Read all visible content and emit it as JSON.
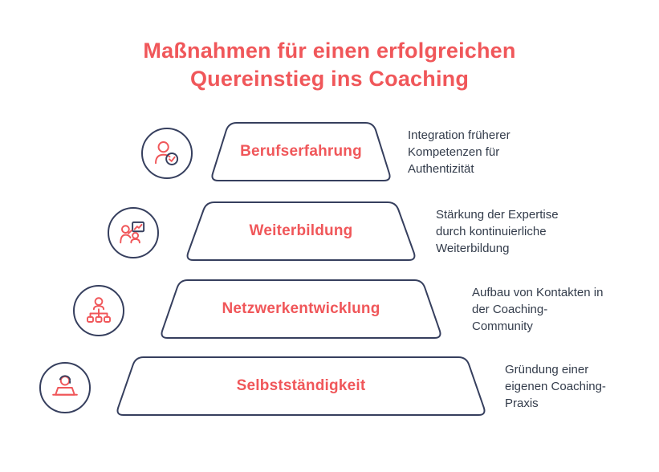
{
  "title": "Maßnahmen für einen erfolgreichen\nQuereinstieg ins Coaching",
  "levels": [
    {
      "label": "Berufserfahrung",
      "description": "Integration früherer Kompetenzen für Authentizität",
      "icon": "user-check-icon"
    },
    {
      "label": "Weiterbildung",
      "description": "Stärkung der Expertise durch kontinuierliche Weiterbildung",
      "icon": "training-presentation-icon"
    },
    {
      "label": "Netzwerkentwicklung",
      "description": "Aufbau von Kontakten in der Coaching-Community",
      "icon": "network-hierarchy-icon"
    },
    {
      "label": "Selbstständigkeit",
      "description": "Gründung einer eigenen Coaching-Praxis",
      "icon": "laptop-user-icon"
    }
  ],
  "colors": {
    "accent": "#f0575a",
    "outline": "#363f5e",
    "text": "#333c4b",
    "background": "#ffffff"
  }
}
